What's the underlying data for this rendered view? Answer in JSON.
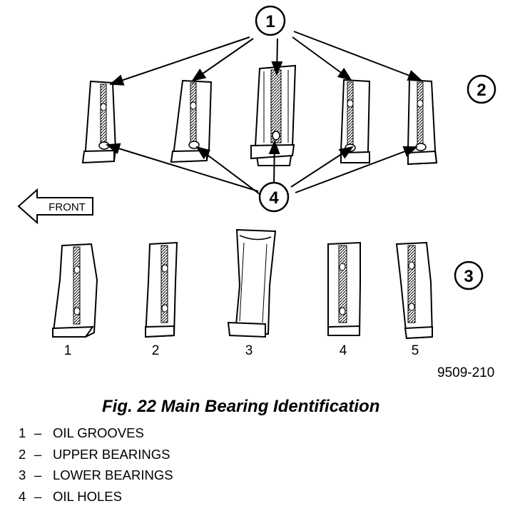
{
  "callouts": {
    "oil_grooves": "1",
    "upper_bearings": "2",
    "lower_bearings": "3",
    "oil_holes": "4"
  },
  "front_label": "FRONT",
  "position_labels": [
    "1",
    "2",
    "3",
    "4",
    "5"
  ],
  "figure_code": "9509-210",
  "caption": "Fig. 22 Main Bearing Identification",
  "legend": [
    {
      "num": "1",
      "dash": "–",
      "text": "OIL GROOVES"
    },
    {
      "num": "2",
      "dash": "–",
      "text": "UPPER BEARINGS"
    },
    {
      "num": "3",
      "dash": "–",
      "text": "LOWER BEARINGS"
    },
    {
      "num": "4",
      "dash": "–",
      "text": "OIL HOLES"
    }
  ]
}
